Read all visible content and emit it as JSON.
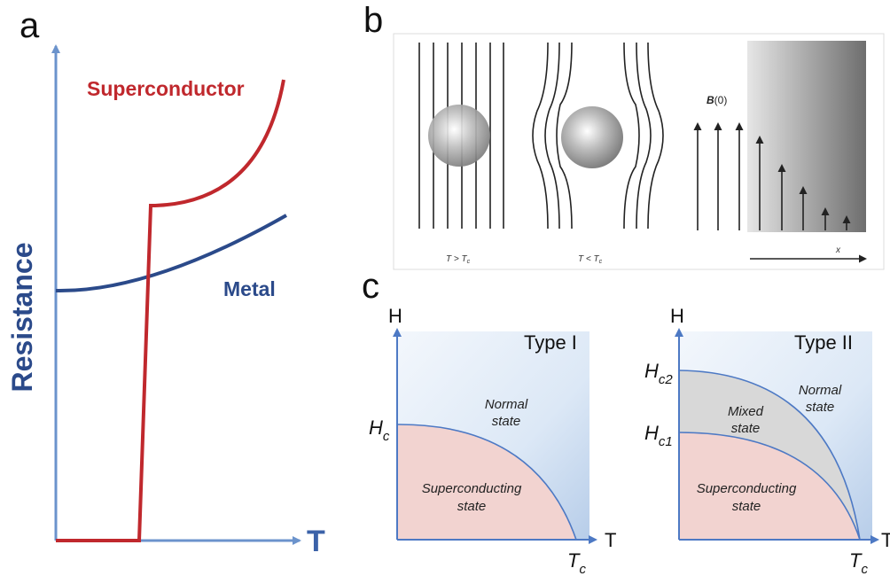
{
  "panel_a": {
    "letter": "a",
    "y_label": "Resistance",
    "x_label": "T",
    "superconductor_label": "Superconductor",
    "metal_label": "Metal",
    "colors": {
      "axis": "#6b93cc",
      "superconductor": "#c0282d",
      "metal": "#2b4a8a"
    }
  },
  "panel_b": {
    "letter": "b",
    "left_caption": {
      "main": "T > T",
      "sub": "c"
    },
    "mid_caption": {
      "main": "T < T",
      "sub": "c"
    },
    "field_label": {
      "bold": "B",
      "rest": "(0)"
    },
    "x_label": "x"
  },
  "panel_c": {
    "letter": "c",
    "type1": {
      "y_axis": "H",
      "x_axis": "T",
      "title": "Type I",
      "normal": [
        "Normal",
        "state"
      ],
      "superconducting": [
        "Superconducting",
        "state"
      ],
      "hc": {
        "main": "H",
        "sub": "c"
      },
      "tc": {
        "main": "T",
        "sub": "c"
      }
    },
    "type2": {
      "y_axis": "H",
      "x_axis": "T",
      "title": "Type II",
      "normal": [
        "Normal",
        "state"
      ],
      "mixed": [
        "Mixed",
        "state"
      ],
      "superconducting": [
        "Superconducting",
        "state"
      ],
      "hc2": {
        "main": "H",
        "sub": "c2"
      },
      "hc1": {
        "main": "H",
        "sub": "c1"
      },
      "tc": {
        "main": "T",
        "sub": "c"
      }
    },
    "colors": {
      "axis": "#4d79c4",
      "sc_fill": "#f2d3d0",
      "mixed_fill": "#d8d8d8"
    }
  }
}
